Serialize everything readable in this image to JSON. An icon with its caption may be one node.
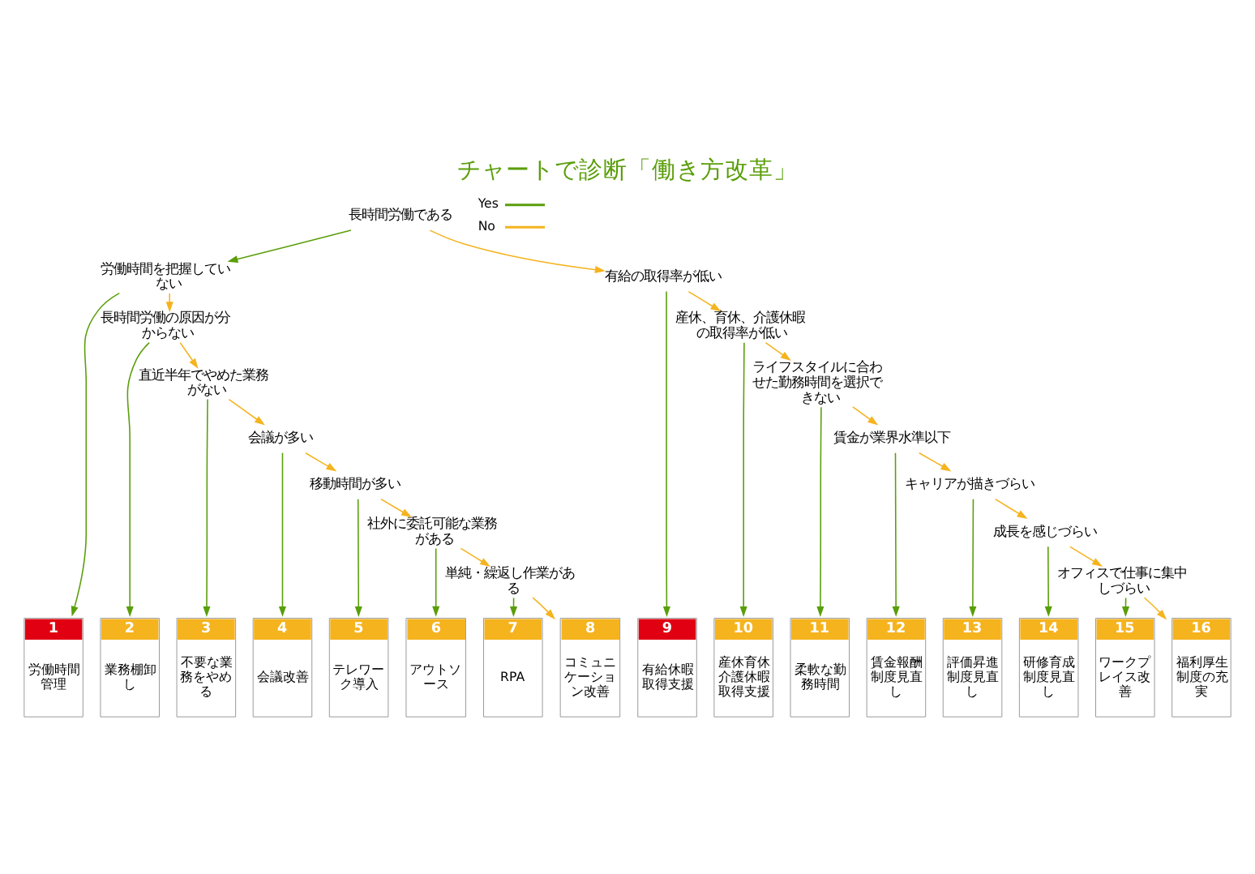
{
  "diagram": {
    "title": "チャートで診断「働き方改革」",
    "nodes": [
      {
        "text": [
          "長時間労働である"
        ]
      },
      {
        "text": [
          "労働時間を把握していない"
        ]
      },
      {
        "text": [
          "長時間労働の原因が分からない"
        ]
      },
      {
        "text": [
          "直近半年でやめた業務がない"
        ]
      },
      {
        "text": [
          "会議が多い"
        ]
      },
      {
        "text": [
          "移動時間が多い"
        ]
      },
      {
        "text": [
          "社外に委託可能な業務がある"
        ]
      },
      {
        "text": [
          "単純・繰返し作業がある"
        ]
      },
      {
        "text": [
          "有給の取得率が低い"
        ]
      },
      {
        "text": [
          "産休、育休、介護休暇の取得率が低い"
        ]
      },
      {
        "text": [
          "ライフスタイルに合わせた勤務時間を選択できない"
        ]
      },
      {
        "text": [
          "賃金が業界水準以下"
        ]
      },
      {
        "text": [
          "キャリアが描きづらい"
        ]
      },
      {
        "text": [
          "成長を感じづらい"
        ]
      },
      {
        "text": [
          "オフィスで仕事に集中しづらい"
        ]
      },
      {
        "text": [
          "1",
          "労働時間管理"
        ]
      },
      {
        "text": [
          "2",
          "業務棚卸し"
        ]
      },
      {
        "text": [
          "3",
          "不要な業務をやめる"
        ]
      },
      {
        "text": [
          "4",
          "会議改善"
        ]
      },
      {
        "text": [
          "5",
          "テレワーク導入"
        ]
      },
      {
        "text": [
          "6",
          "アウトソース"
        ]
      },
      {
        "text": [
          "7",
          "RPA"
        ]
      },
      {
        "text": [
          "8",
          "コミュニケーション改善"
        ]
      },
      {
        "text": [
          "9",
          "有給休暇取得支援"
        ]
      },
      {
        "text": [
          "10",
          "産休育休介護休暇取得支援"
        ]
      },
      {
        "text": [
          "11",
          "柔軟な勤務時間"
        ]
      },
      {
        "text": [
          "12",
          "賃金報酬制度見直し"
        ]
      },
      {
        "text": [
          "13",
          "評価昇進制度見直し"
        ]
      },
      {
        "text": [
          "14",
          "研修育成制度見直し"
        ]
      },
      {
        "text": [
          "15",
          "ワークプレイス改善"
        ]
      },
      {
        "text": [
          "16",
          "福利厚生制度の充実"
        ]
      }
    ],
    "edges": [
      {
        "from": 0,
        "to": 1,
        "arrow": "to"
      },
      {
        "from": 0,
        "to": 8,
        "arrow": "to",
        "color": "#f5b31e"
      },
      {
        "from": 1,
        "to": 15,
        "arrow": "to"
      },
      {
        "from": 1,
        "to": 2,
        "arrow": "to",
        "color": "#f5b31e"
      },
      {
        "from": 2,
        "to": 16,
        "arrow": "to"
      },
      {
        "from": 2,
        "to": 3,
        "arrow": "to",
        "color": "#f5b31e"
      },
      {
        "from": 3,
        "to": 17,
        "arrow": "to"
      },
      {
        "from": 3,
        "to": 4,
        "arrow": "to",
        "color": "#f5b31e"
      },
      {
        "from": 4,
        "to": 18,
        "arrow": "to"
      },
      {
        "from": 4,
        "to": 5,
        "arrow": "to",
        "color": "#f5b31e"
      },
      {
        "from": 5,
        "to": 19,
        "arrow": "to"
      },
      {
        "from": 5,
        "to": 6,
        "arrow": "to",
        "color": "#f5b31e"
      },
      {
        "from": 6,
        "to": 20,
        "arrow": "to"
      },
      {
        "from": 6,
        "to": 7,
        "arrow": "to",
        "color": "#f5b31e"
      },
      {
        "from": 7,
        "to": 21,
        "arrow": "to"
      },
      {
        "from": 7,
        "to": 22,
        "arrow": "to",
        "color": "#f5b31e"
      },
      {
        "from": 8,
        "to": 23,
        "arrow": "to"
      },
      {
        "from": 8,
        "to": 9,
        "arrow": "to",
        "color": "#f5b31e"
      },
      {
        "from": 9,
        "to": 24,
        "arrow": "to"
      },
      {
        "from": 9,
        "to": 10,
        "arrow": "to",
        "color": "#f5b31e"
      },
      {
        "from": 10,
        "to": 25,
        "arrow": "to"
      },
      {
        "from": 10,
        "to": 11,
        "arrow": "to",
        "color": "#f5b31e"
      },
      {
        "from": 11,
        "to": 26,
        "arrow": "to"
      },
      {
        "from": 11,
        "to": 12,
        "arrow": "to",
        "color": "#f5b31e"
      },
      {
        "from": 12,
        "to": 27,
        "arrow": "to"
      },
      {
        "from": 12,
        "to": 13,
        "arrow": "to",
        "color": "#f5b31e"
      },
      {
        "from": 13,
        "to": 28,
        "arrow": "to"
      },
      {
        "from": 13,
        "to": 14,
        "arrow": "to",
        "color": "#f5b31e"
      },
      {
        "from": 14,
        "to": 29,
        "arrow": "to"
      },
      {
        "from": 14,
        "to": 30,
        "arrow": "to",
        "color": "#f5b31e"
      }
    ],
    "legend": [
      {
        "text": "Yes"
      },
      {
        "text": "No"
      }
    ]
  }
}
